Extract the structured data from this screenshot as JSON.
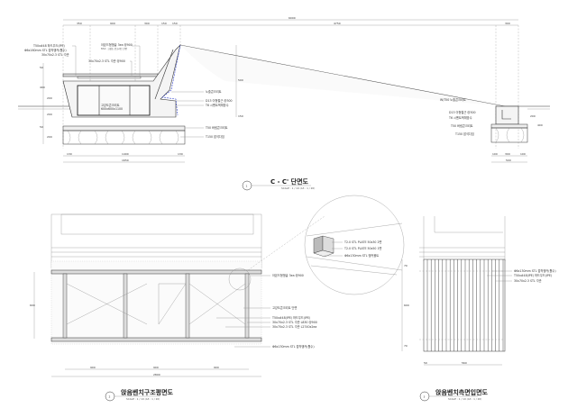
{
  "section1": {
    "number": "1",
    "title": "C - C' 단면도",
    "scale": "SCALE : 1 / 10 (A3 : 1 / 20)",
    "dims_top": [
      "350",
      "900",
      "300",
      "150",
      "150",
      "4750",
      "300",
      "6000"
    ],
    "dims_bottom": [
      "130",
      "1400",
      "130",
      "1650"
    ],
    "dims_left": [
      "50",
      "400",
      "200",
      "200",
      "50",
      "200"
    ],
    "dims_right": [
      "500",
      "150",
      "200",
      "400"
    ],
    "right_dims_bottom": [
      "100",
      "300",
      "100",
      "500"
    ],
    "labels_left": [
      "T50x#48 하드우드(IPE)",
      "Φ6x160mm STL 접착앵커(툴수)",
      "30x70x2.3 STL 각관"
    ],
    "labels_top": [
      "아몬드형앵글 3ea @900",
      "30x70x2.3 STL 각관 @900",
      "ST-2 : 고강도 콘크리트 단면"
    ],
    "box_label": [
      "고강도콘크리트",
      "600x600x1100"
    ],
    "labels_right": [
      "노출콘크리트",
      "D13 이형철근 @300",
      "T6 시멘트액체방수",
      "T50 버림콘크리트",
      "T150 잡석다짐"
    ],
    "labels_right_footing": [
      "W/T50 노출콘크리트",
      "D13 이형철근 @300",
      "T6 시멘트액체방수",
      "T50 버림콘크리트",
      "T150 잡석다짐"
    ]
  },
  "detail": {
    "labels": [
      "T2.0 STL PLATE 50x30 2면",
      "T2.0 STL PLATE 50x50 1면",
      "Φ6x130mm STL 앵커볼트"
    ]
  },
  "section2": {
    "number": "2",
    "title": "앉음벤치구조평면도",
    "scale": "SCALE : 1 / 10 (A3 : 1 / 20)",
    "labels": [
      "아몬드형앵글 3ea @900",
      "고강도콘크리트 단면",
      "T50x#48(IPE) 하드우드(IPE)",
      "30x70x2.3 STL 각관 L830 @900",
      "30x70x2.3 STL 각관 L2740x2ea",
      "Φ6x130mm STL 접착앵커(툴수)"
    ],
    "dims_bottom": [
      "900",
      "900",
      "900",
      "2800"
    ],
    "dim_left": "600"
  },
  "section3": {
    "number": "3",
    "title": "앉음벤치측면입면도",
    "scale": "SCALE : 1 / 10 (A3 : 1 / 20)",
    "labels": [
      "Φ6x130mm STL 접착앵커(툴수)",
      "T50x#48(IPE) 하드우드(IPE)",
      "30x70x2.3 STL 각관"
    ],
    "dims_left": [
      "70",
      "600",
      "70"
    ],
    "dims_bottom": [
      "50",
      "560"
    ]
  }
}
